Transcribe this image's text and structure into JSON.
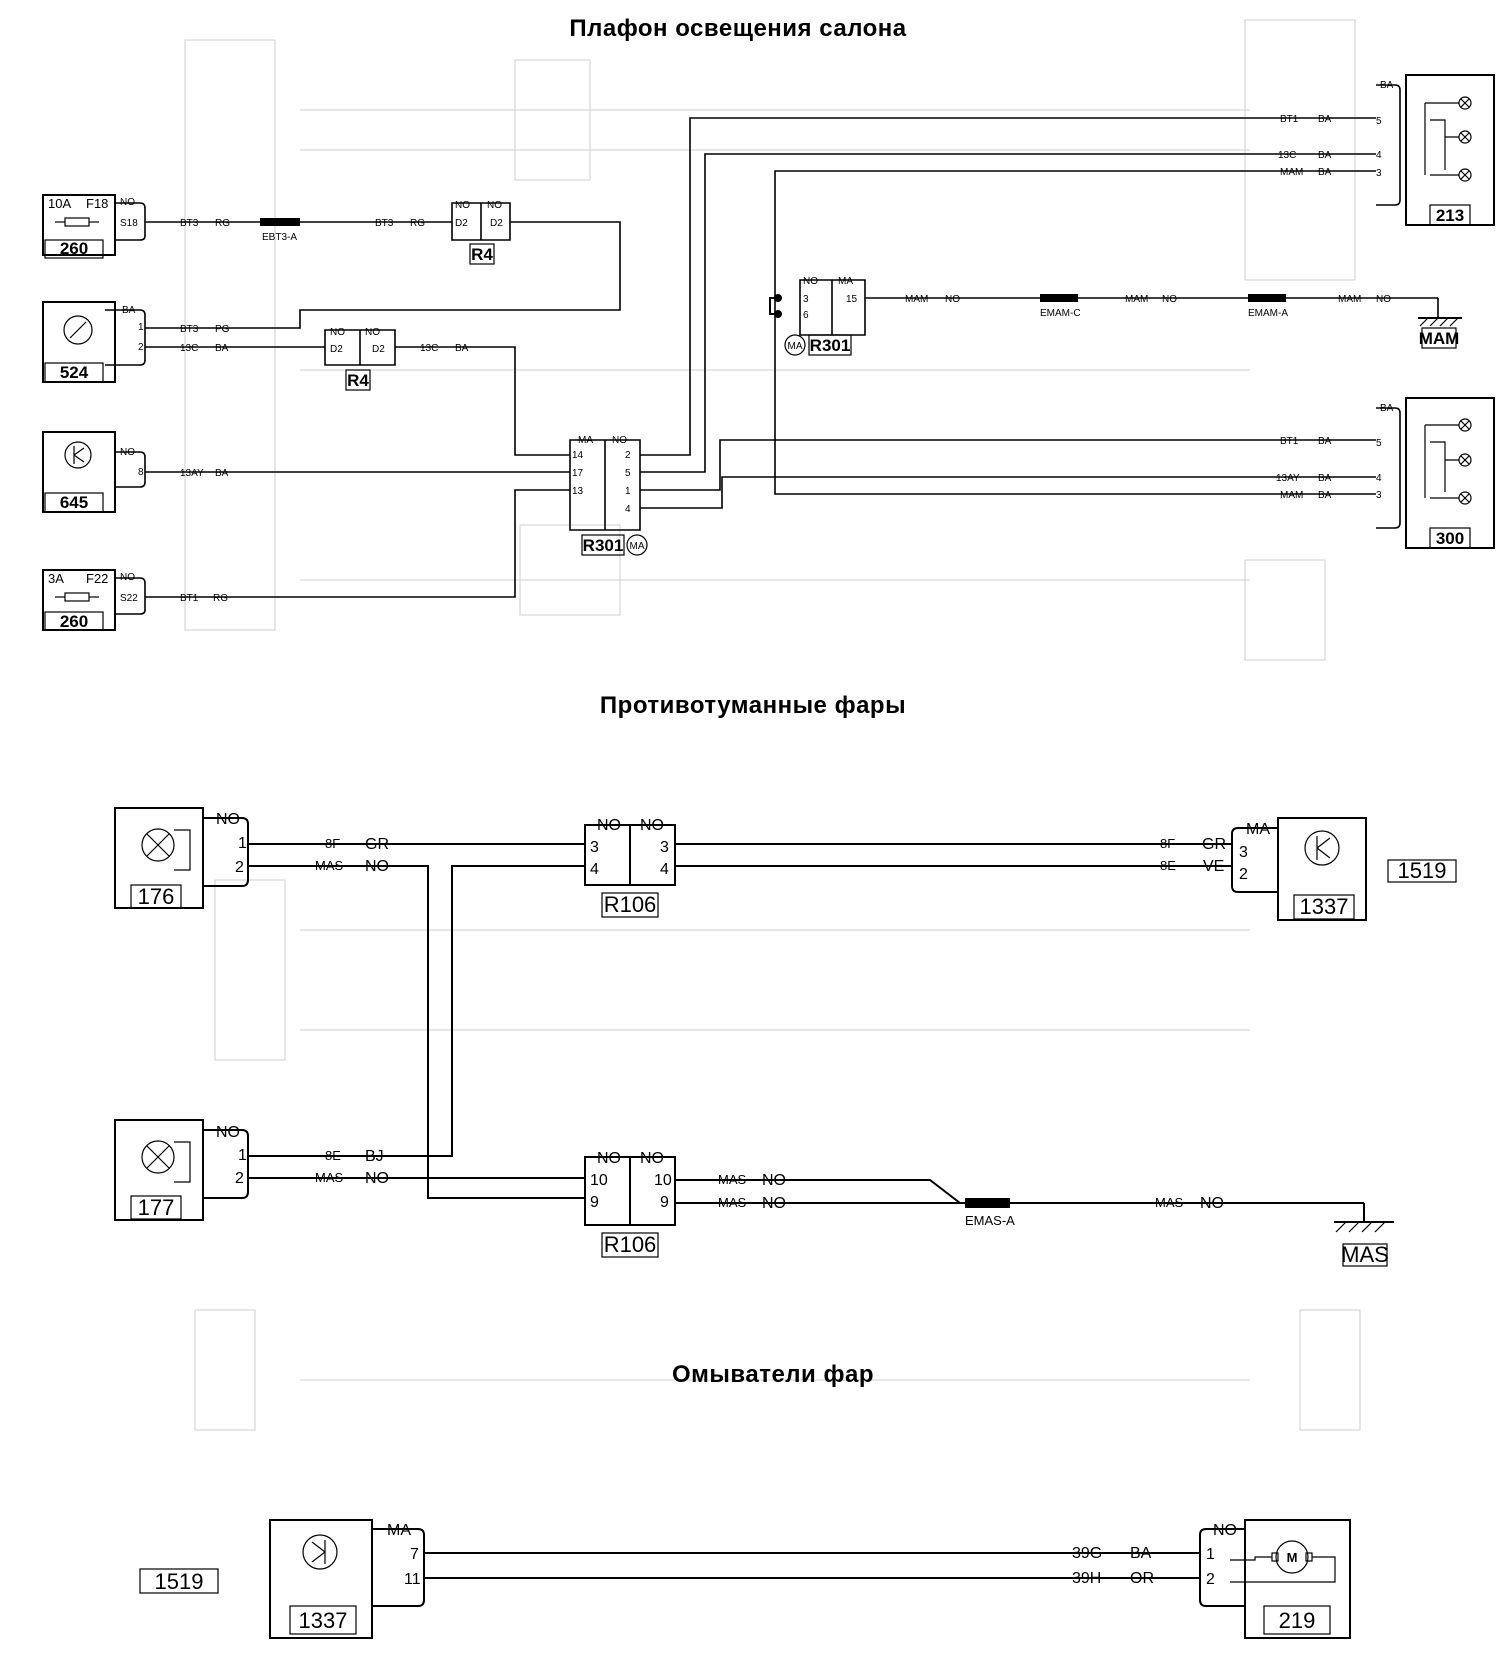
{
  "titles": {
    "interior_light": "Плафон освещения салона",
    "fog_lights": "Противотуманные фары",
    "headlamp_washers": "Омыватели фар"
  },
  "interior": {
    "comp260a": {
      "id": "260",
      "fuse": "10A",
      "fuse_pos": "F18",
      "color": "NO",
      "pin": "S18"
    },
    "comp524": {
      "id": "524",
      "color": "BA",
      "pin1": "1",
      "pin2": "2"
    },
    "comp645": {
      "id": "645",
      "color": "NO",
      "pin": "8"
    },
    "comp260b": {
      "id": "260",
      "fuse": "3A",
      "fuse_pos": "F22",
      "color": "NO",
      "pin": "S22"
    },
    "conn_r4_top": {
      "id": "R4",
      "left": "NO",
      "right": "NO",
      "pin_l": "D2",
      "pin_r": "D2"
    },
    "conn_r4_bot": {
      "id": "R4",
      "left": "NO",
      "right": "NO",
      "pin_l": "D2",
      "pin_r": "D2"
    },
    "conn_r301_mid": {
      "id": "R301",
      "left": "MA",
      "right": "NO",
      "pins_l": [
        "14",
        "17",
        "13"
      ],
      "pins_r": [
        "2",
        "5",
        "1",
        "4"
      ],
      "badge": "MA"
    },
    "conn_r301_top": {
      "id": "R301",
      "left": "NO",
      "right": "MA",
      "pins_l": [
        "3",
        "6"
      ],
      "pin_r": "15",
      "badge": "MA"
    },
    "comp213": {
      "id": "213",
      "color": "BA",
      "pins": [
        "5",
        "4",
        "3"
      ]
    },
    "comp300": {
      "id": "300",
      "color": "BA",
      "pins": [
        "5",
        "4",
        "3"
      ]
    },
    "ground": {
      "id": "MAM"
    },
    "splices": {
      "ebt3": "EBT3-A",
      "emam_c": "EMAM-C",
      "emam_a": "EMAM-A"
    },
    "wires": {
      "bt3": "BT3",
      "rg": "RG",
      "pg": "PG",
      "i3c": "13C",
      "ba": "BA",
      "i3ay": "13AY",
      "bt1": "BT1",
      "rg2": "RG",
      "mam": "MAM",
      "no": "NO"
    }
  },
  "fog": {
    "comp176": {
      "id": "176",
      "color": "NO",
      "pin1": "1",
      "pin2": "2"
    },
    "comp177": {
      "id": "177",
      "color": "NO",
      "pin1": "1",
      "pin2": "2"
    },
    "conn_r106_top": {
      "id": "R106",
      "left": "NO",
      "right": "NO",
      "pins_l": [
        "3",
        "4"
      ],
      "pins_r": [
        "3",
        "4"
      ]
    },
    "conn_r106_bot": {
      "id": "R106",
      "left": "NO",
      "right": "NO",
      "pins_l": [
        "10",
        "9"
      ],
      "pins_r": [
        "10",
        "9"
      ]
    },
    "comp1337": {
      "id": "1337",
      "color": "MA",
      "pin_a": "3",
      "pin_b": "2"
    },
    "ref1519": "1519",
    "ground": {
      "id": "MAS"
    },
    "splice": "EMAS-A",
    "wires": {
      "w8f": "8F",
      "gr": "GR",
      "mas": "MAS",
      "no": "NO",
      "w8e": "8E",
      "bj": "BJ",
      "ve": "VE"
    }
  },
  "washer": {
    "ref1519": "1519",
    "comp1337": {
      "id": "1337",
      "color": "MA",
      "pin_a": "7",
      "pin_b": "11"
    },
    "comp219": {
      "id": "219",
      "color": "NO",
      "pin_a": "1",
      "pin_b": "2",
      "motor": "M"
    },
    "wires": {
      "w39g": "39G",
      "ba": "BA",
      "w39h": "39H",
      "or": "OR"
    }
  }
}
